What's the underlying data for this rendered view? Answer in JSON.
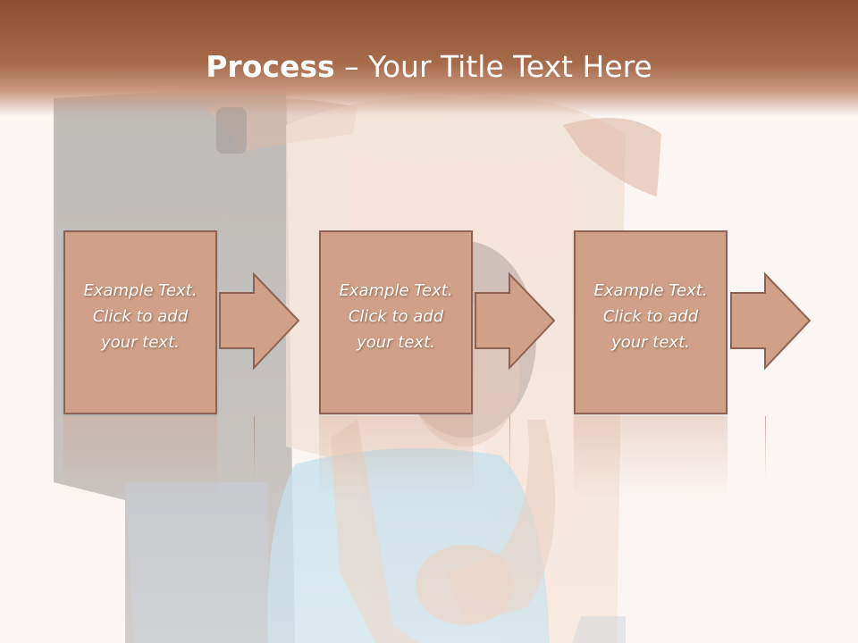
{
  "title": {
    "strong": "Process",
    "rest": " – Your Title Text Here"
  },
  "steps": [
    {
      "line1": "Example Text.",
      "line2": "Click  to add",
      "line3": "your text."
    },
    {
      "line1": "Example Text.",
      "line2": "Click  to add",
      "line3": "your text."
    },
    {
      "line1": "Example Text.",
      "line2": "Click  to add",
      "line3": "your text."
    }
  ],
  "colors": {
    "header": "#8a4f31",
    "box_fill": "#d0a188",
    "box_border": "#8f6353",
    "background": "#fbf6f3"
  },
  "icons": [
    "right-arrow-icon",
    "right-arrow-icon",
    "right-arrow-icon"
  ]
}
